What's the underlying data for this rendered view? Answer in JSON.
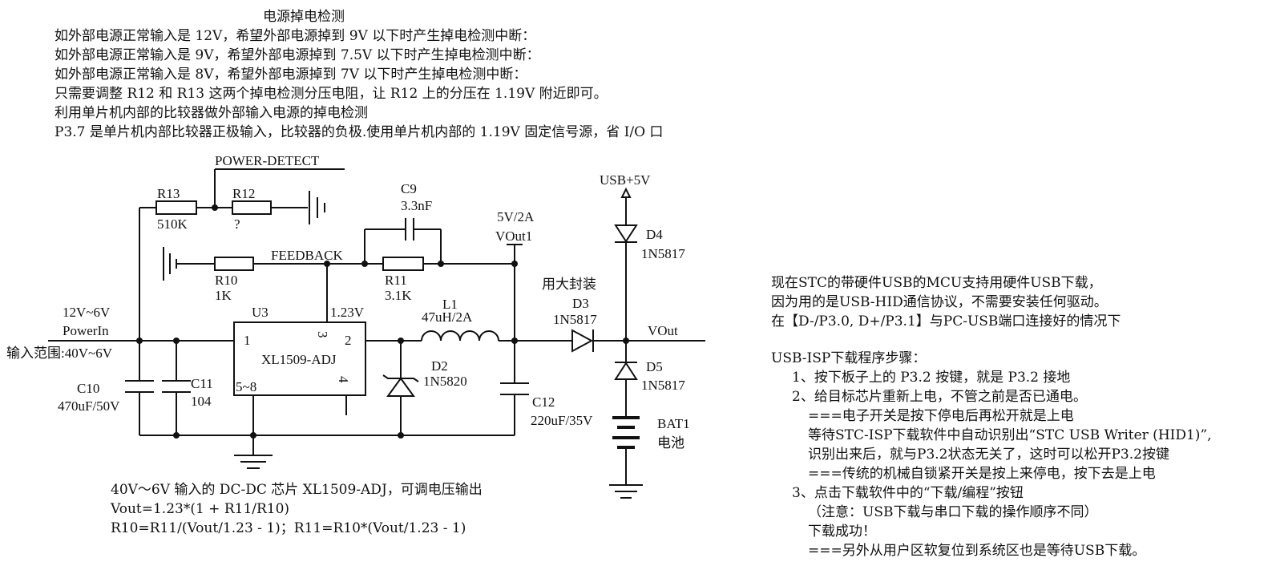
{
  "notes": {
    "title": "电源掉电检测",
    "lines": [
      "如外部电源正常输入是 12V，希望外部电源掉到 9V 以下时产生掉电检测中断：",
      "如外部电源正常输入是 9V，希望外部电源掉到 7.5V 以下时产生掉电检测中断：",
      "如外部电源正常输入是 8V，希望外部电源掉到 7V 以下时产生掉电检测中断：",
      "只需要调整 R12 和 R13 这两个掉电检测分压电阻，让 R12 上的分压在 1.19V 附近即可。",
      "利用单片机内部的比较器做外部输入电源的掉电检测",
      "P3.7 是单片机内部比较器正极输入，比较器的负极.使用单片机内部的 1.19V 固定信号源，省 I/O 口"
    ]
  },
  "schematic": {
    "power_detect": "POWER-DETECT",
    "r13": {
      "ref": "R13",
      "value": "510K"
    },
    "r12": {
      "ref": "R12",
      "value": "?"
    },
    "c9": {
      "ref": "C9",
      "value": "3.3nF"
    },
    "feedback": "FEEDBACK",
    "r10": {
      "ref": "R10",
      "value": "1K"
    },
    "r11": {
      "ref": "R11",
      "value": "3.1K"
    },
    "vout_label_top": "5V/2A",
    "vout1": "VOut1",
    "input_range_1": "12V~6V",
    "power_in": "PowerIn",
    "input_range_2": "输入范围:40V~6V",
    "u3": {
      "ref": "U3",
      "part": "XL1509-ADJ",
      "pin1": "1",
      "pin2": "2",
      "pin3": "3",
      "pin4": "4",
      "pin58": "5~8",
      "vref": "1.23V"
    },
    "l1": {
      "ref": "L1",
      "value": "47uH/2A"
    },
    "d2": {
      "ref": "D2",
      "value": "1N5820"
    },
    "c10": {
      "ref": "C10",
      "value": "470uF/50V"
    },
    "c11": {
      "ref": "C11",
      "value": "104"
    },
    "c12": {
      "ref": "C12",
      "value": "220uF/35V"
    },
    "usb5v": "USB+5V",
    "d4": {
      "ref": "D4",
      "value": "1N5817"
    },
    "d3_note": "用大封装",
    "d3": {
      "ref": "D3",
      "value": "1N5817"
    },
    "vout": "VOut",
    "d5": {
      "ref": "D5",
      "value": "1N5817"
    },
    "bat1": {
      "ref": "BAT1",
      "value": "电池"
    }
  },
  "formula": {
    "lines": [
      "40V～6V 输入的 DC-DC 芯片 XL1509-ADJ，可调电压输出",
      "Vout=1.23*(1 + R11/R10)",
      "R10=R11/(Vout/1.23 - 1)；R11=R10*(Vout/1.23 - 1)"
    ]
  },
  "usb_info": {
    "lines": [
      "现在STC的带硬件USB的MCU支持用硬件USB下载，",
      "因为用的是USB-HID通信协议，不需要安装任何驱动。",
      "在【D-/P3.0, D+/P3.1】与PC-USB端口连接好的情况下"
    ]
  },
  "isp_steps": {
    "title": "USB-ISP下载程序步骤：",
    "lines": [
      "1、按下板子上的 P3.2 按键，就是 P3.2 接地",
      "2、给目标芯片重新上电，不管之前是否已通电。",
      "===电子开关是按下停电后再松开就是上电",
      "等待STC-ISP下载软件中自动识别出“STC USB Writer (HID1)”,",
      "识别出来后，就与P3.2状态无关了，这时可以松开P3.2按键",
      "===传统的机械自锁紧开关是按上来停电，按下去是上电",
      "3、点击下载软件中的“下载/编程”按钮",
      "（注意：USB下载与串口下载的操作顺序不同）",
      "下载成功！",
      "===另外从用户区软复位到系统区也是等待USB下载。"
    ]
  }
}
